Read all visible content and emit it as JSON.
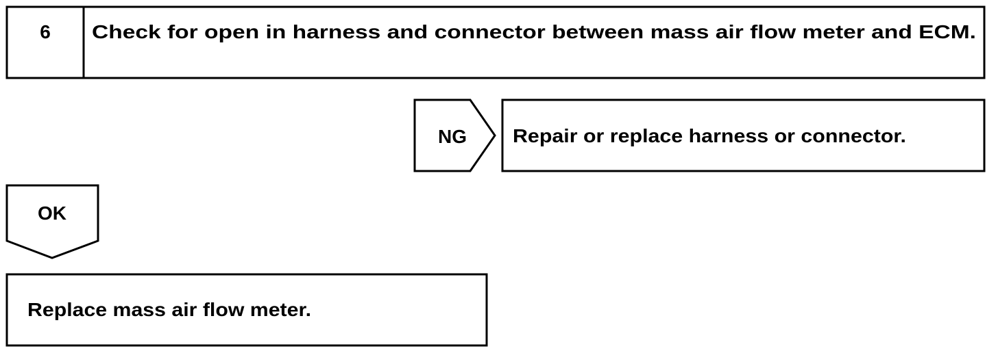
{
  "step": {
    "number": "6",
    "title": "Check for open in harness and connector between mass air flow meter and ECM."
  },
  "ng_branch": {
    "tag": "NG",
    "action": "Repair or replace harness or connector."
  },
  "ok_branch": {
    "tag": "OK",
    "action": "Replace mass air flow meter."
  }
}
